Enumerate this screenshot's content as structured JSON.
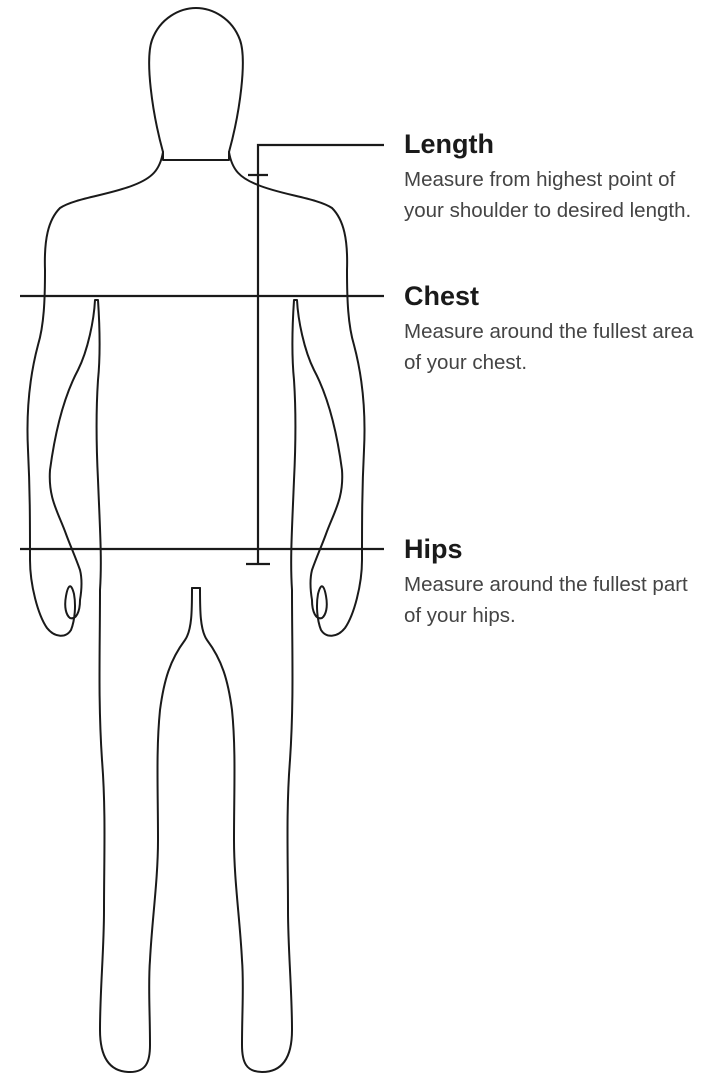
{
  "measurements": [
    {
      "title": "Length",
      "description": "Measure from highest point of your shoulder to desired length."
    },
    {
      "title": "Chest",
      "description": "Measure around the fullest area of your chest."
    },
    {
      "title": "Hips",
      "description": "Measure around the fullest part of your hips."
    }
  ],
  "colors": {
    "stroke": "#1a1a1a",
    "title": "#1a1a1a",
    "description": "#444444",
    "background": "#ffffff"
  }
}
